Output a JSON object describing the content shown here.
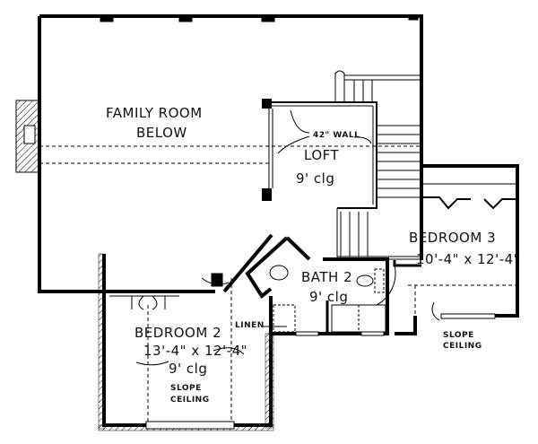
{
  "plan": {
    "type": "second floor plan",
    "rooms": {
      "family_room": {
        "name": "FAMILY ROOM",
        "note": "BELOW"
      },
      "loft": {
        "name": "LOFT",
        "ceiling": "9' clg",
        "wall_note": "42\" WALL"
      },
      "bedroom3": {
        "name": "BEDROOM 3",
        "size": "10'-4\" x 12'-4\""
      },
      "bath2": {
        "name": "BATH 2",
        "ceiling": "9' clg"
      },
      "bedroom2": {
        "name": "BEDROOM 2",
        "size": "13'-4\" x 12'-4\"",
        "ceiling": "9' clg"
      },
      "linen": {
        "name": "LINEN"
      }
    },
    "annotations": {
      "slope_ceiling_br3_line1": "SLOPE",
      "slope_ceiling_br3_line2": "CEILING",
      "slope_ceiling_br2_line1": "SLOPE",
      "slope_ceiling_br2_line2": "CEILING"
    },
    "colors": {
      "line": "#000000",
      "background": "#ffffff"
    }
  }
}
